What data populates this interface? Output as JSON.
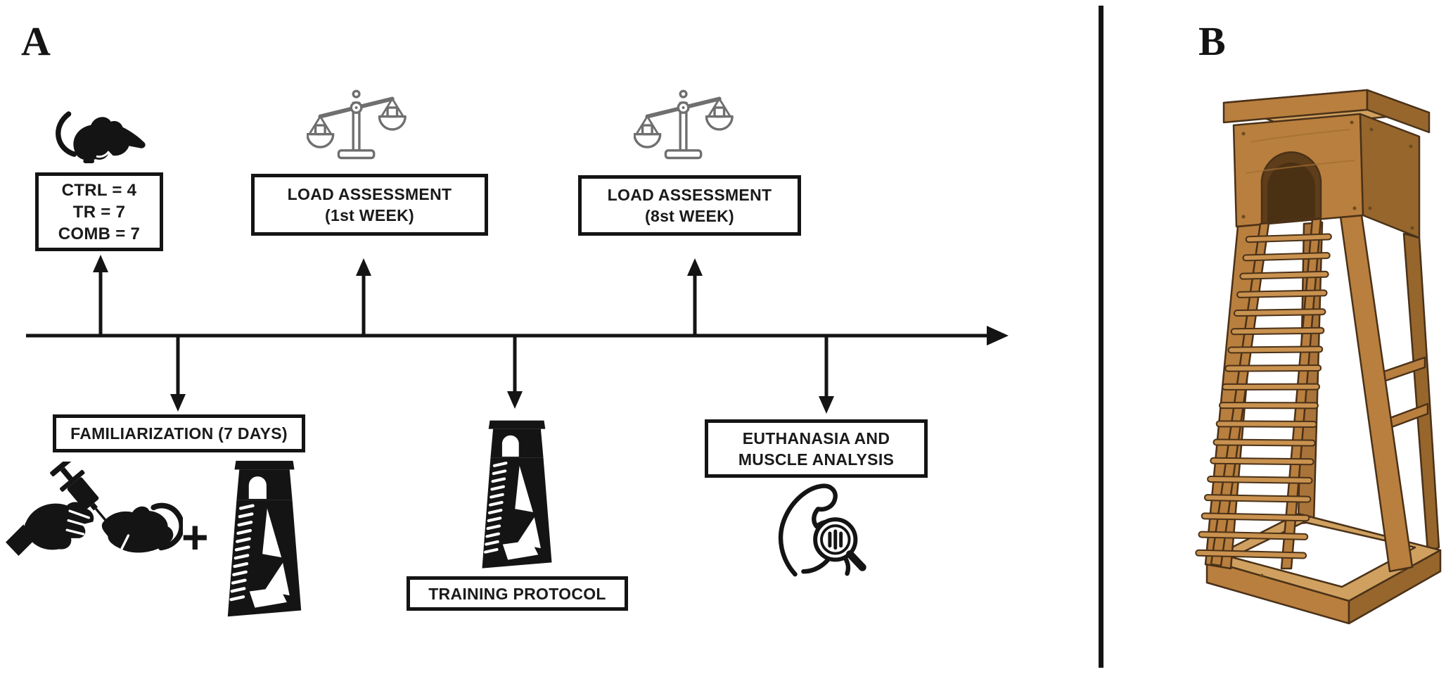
{
  "panels": {
    "a": {
      "label": "A",
      "groups_box": {
        "lines": [
          "CTRL = 4",
          "TR = 7",
          "COMB = 7"
        ]
      },
      "load_assessment_week1": {
        "lines": [
          "LOAD ASSESSMENT",
          "(1st WEEK)"
        ]
      },
      "load_assessment_week8": {
        "lines": [
          "LOAD ASSESSMENT",
          "(8st WEEK)"
        ]
      },
      "familiarization": {
        "label": "FAMILIARIZATION (7 DAYS)",
        "plus_sign": "+"
      },
      "training": {
        "label": "TRAINING PROTOCOL"
      },
      "euthanasia": {
        "lines": [
          "EUTHANASIA AND",
          "MUSCLE ANALYSIS"
        ]
      },
      "icons": {
        "rat": "rat-icon",
        "balance_scale": "balance-scale-icon",
        "hand_syringe_rat": "hand-syringe-rat-icon",
        "ladder_tower_silhouette": "ladder-tower-icon",
        "muscle_magnifier": "muscle-magnifier-icon"
      }
    },
    "b": {
      "label": "B",
      "illustration": "wooden-ladder-climbing-tower"
    }
  },
  "colors": {
    "ink": "#141414",
    "scale_gray": "#6f6f6f",
    "wood_main": "#b97f3e",
    "wood_light": "#cfa05f",
    "wood_dark": "#96662c",
    "wood_outline": "#4a3118",
    "arch_interior": "#5e3d1b"
  }
}
